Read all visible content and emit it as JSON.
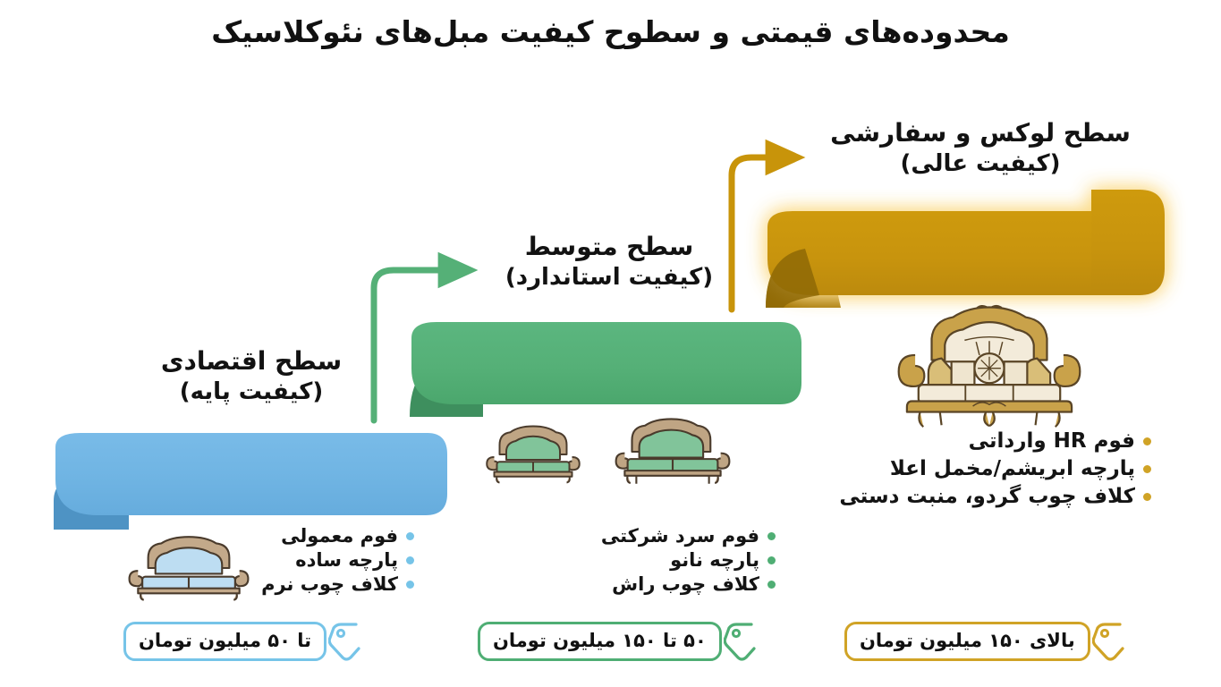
{
  "title": "محدوده‌های قیمتی و سطوح کیفیت مبل‌های نئوکلاسیک",
  "colors": {
    "economy": "#6FB4E3",
    "economy_dark": "#4E93C4",
    "medium": "#55B077",
    "medium_dark": "#3E8F5E",
    "luxury": "#C8940A",
    "luxury_dark": "#A67908",
    "luxury_glow": "#FDE9A8",
    "economy_bullet": "#76C4E8",
    "medium_bullet": "#4FAE74",
    "luxury_bullet": "#D0A326",
    "title_text": "#111111"
  },
  "levels": [
    {
      "id": "economy",
      "heading_line1": "سطح اقتصادی",
      "heading_line2": "(کیفیت پایه)",
      "features": [
        "فوم معمولی",
        "پارچه ساده",
        "کلاف چوب نرم"
      ],
      "price": "تا ۵۰ میلیون تومان",
      "tag_icon": "price-tag-icon",
      "sofa_icon": "sofa-icon-blue"
    },
    {
      "id": "medium",
      "heading_line1": "سطح متوسط",
      "heading_line2": "(کیفیت استاندارد)",
      "features": [
        "فوم سرد شرکتی",
        "پارچه نانو",
        "کلاف چوب راش"
      ],
      "price": "۵۰ تا ۱۵۰ میلیون تومان",
      "tag_icon": "price-tag-icon",
      "sofa_icon": "sofa-icon-green"
    },
    {
      "id": "luxury",
      "heading_line1": "سطح لوکس و سفارشی",
      "heading_line2": "(کیفیت عالی)",
      "features": [
        "فوم HR وارداتی",
        "پارچه ابریشم/مخمل اعلا",
        "کلاف چوب گردو، منبت دستی"
      ],
      "price": "بالای ۱۵۰ میلیون تومان",
      "tag_icon": "price-tag-icon",
      "sofa_icon": "sofa-icon-gold"
    }
  ],
  "arrows": [
    {
      "id": "arrow-economy-to-medium",
      "color": "#55B077"
    },
    {
      "id": "arrow-medium-to-luxury",
      "color": "#C8940A"
    }
  ]
}
